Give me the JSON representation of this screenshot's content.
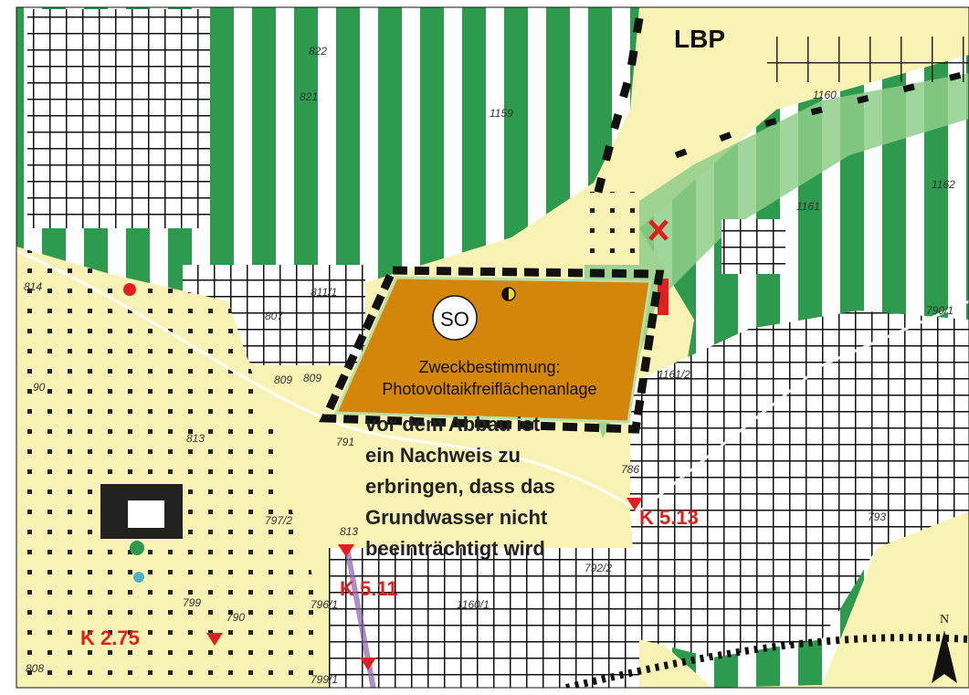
{
  "map": {
    "title_label": "LBP",
    "zone": {
      "code": "SO",
      "purpose_line1": "Zweckbestimmung:",
      "purpose_line2": "Photovoltaikfreiflächenanlage"
    },
    "note_lines": [
      "vor dem Abbau ist",
      "ein Nachweis zu",
      "erbringen, dass das",
      "Grundwasser nicht",
      "beeinträchtigt wird"
    ],
    "parcel_labels": [
      "822",
      "821",
      "1159",
      "1160",
      "1162",
      "1161",
      "790/1",
      "811/1",
      "807",
      "809",
      "813",
      "791",
      "813",
      "797/2",
      "790",
      "799",
      "796/1",
      "1161/2",
      "786",
      "793",
      "792/2",
      "1160/1",
      "799/1",
      "814",
      "90",
      "808",
      "809"
    ],
    "road_labels": {
      "k511": "K 5.11",
      "k513": "K 5.13",
      "k275": "K 2.75"
    },
    "north_label": "N",
    "colors": {
      "forest_green": "#2e9a4e",
      "light_green": "#8fce8a",
      "cream": "#f8f2b4",
      "so_orange": "#d4860a",
      "red": "#e0201e"
    }
  }
}
